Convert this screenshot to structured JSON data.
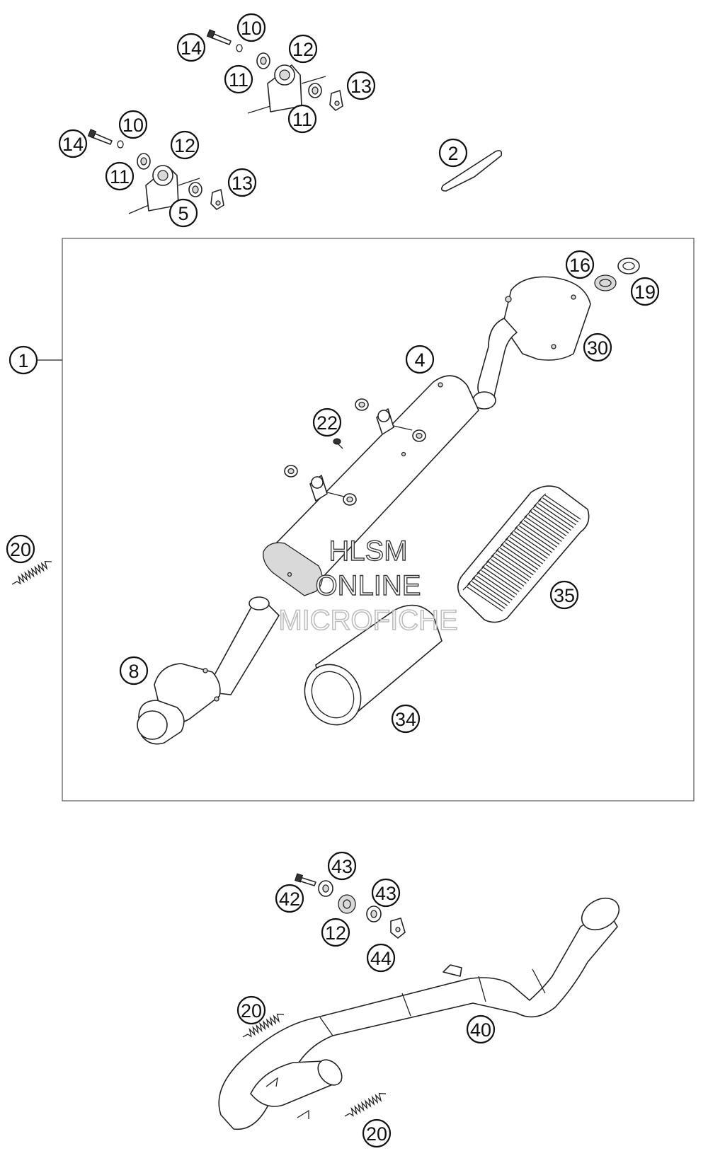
{
  "callouts": [
    "14",
    "10",
    "12",
    "11",
    "13",
    "11",
    "14",
    "10",
    "12",
    "11",
    "13",
    "5",
    "2",
    "1",
    "16",
    "19",
    "30",
    "4",
    "22",
    "20",
    "35",
    "8",
    "34",
    "43",
    "42",
    "43",
    "12",
    "44",
    "20",
    "40",
    "20"
  ],
  "watermark": {
    "line1": "HLSM",
    "line2": "ONLINE",
    "line3": "MICROFICHE"
  },
  "colors": {
    "line": "#222222",
    "background": "#ffffff",
    "watermark": "#bdbdbd"
  }
}
